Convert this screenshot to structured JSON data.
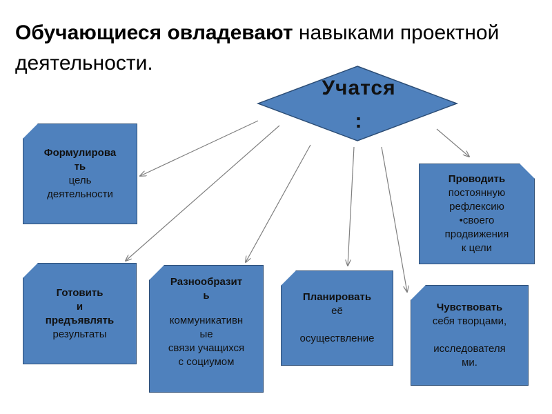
{
  "title": {
    "bold": "Обучающиеся овладевают",
    "rest": " навыками проектной деятельности."
  },
  "center": {
    "line1": "Учатся",
    "line2": ":"
  },
  "boxes": {
    "formulate": {
      "line1": "Формулирова",
      "line2": "ть",
      "line3": "цель",
      "line4": "деятельности"
    },
    "reflect": {
      "line1": "Проводить",
      "line2": "постоянную",
      "line3": "рефлексию",
      "line4": "•своего",
      "line5": "продвижения",
      "line6": "к цели"
    },
    "prepare": {
      "line1": "Готовить",
      "line2": "и",
      "line3": "предъявлять",
      "line4": "результаты"
    },
    "diversify": {
      "line1": "Разнообразит",
      "line2": "ь",
      "line3": "коммуникативн",
      "line4": "ые",
      "line5": "связи учащихся",
      "line6": "с социумом"
    },
    "plan": {
      "line1": "Планировать",
      "line2": "её",
      "line3": "осуществление"
    },
    "feel": {
      "line1": "Чувствовать",
      "line2": "себя творцами,",
      "line3": "исследователя",
      "line4": "ми."
    }
  },
  "colors": {
    "box_fill": "#4f81bd",
    "box_border": "#2c4d75",
    "arrow": "#7f7f7f"
  }
}
